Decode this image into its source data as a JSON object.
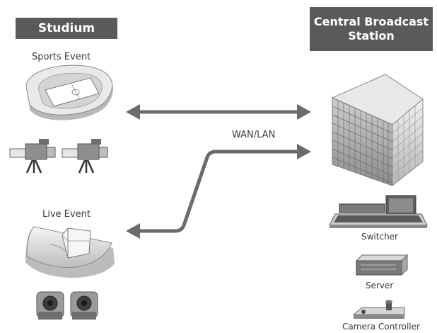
{
  "headers": {
    "studium": "Studium",
    "central_line1": "Central Broadcast",
    "central_line2": "Station"
  },
  "labels": {
    "sports_event": "Sports Event",
    "live_event": "Live Event",
    "wan_lan": "WAN/LAN",
    "switcher": "Switcher",
    "server": "Server",
    "camera_controller": "Camera Controller"
  },
  "colors": {
    "header_bg": "#5a5a5a",
    "arrow": "#6b6b6b",
    "text": "#3a3a3a"
  }
}
